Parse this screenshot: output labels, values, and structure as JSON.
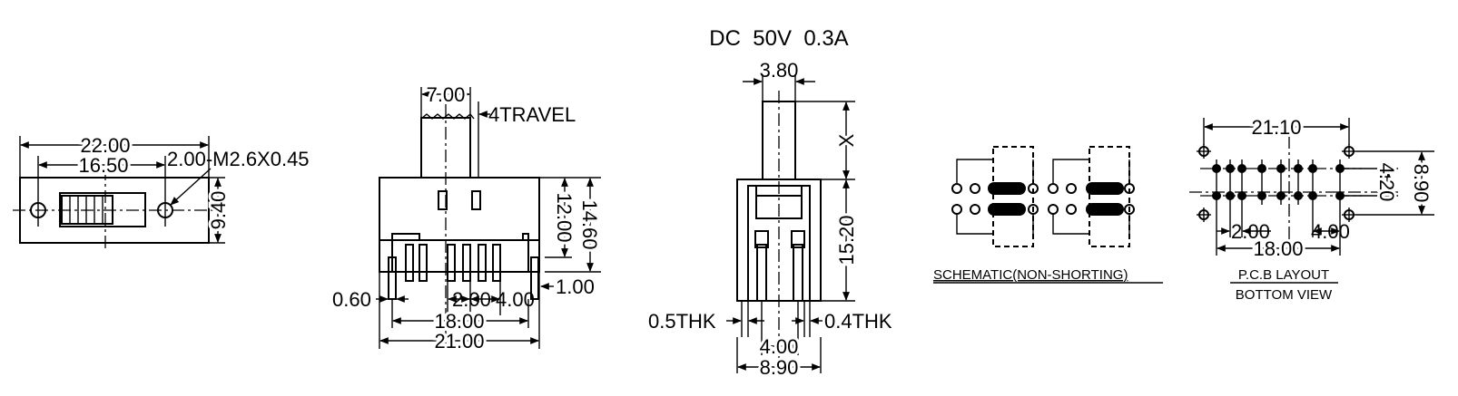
{
  "rating": "DC  50V  0.3A",
  "top_view": {
    "overall_length": "22.00",
    "hole_pitch": "16.50",
    "hole_note": "2.00-M2.6X0.45",
    "width": "9.40"
  },
  "front_view": {
    "knob_width": "7.00",
    "travel": "4TRAVEL",
    "body_height": "12.00",
    "total_height": "14.60",
    "pin_thickness": "0.60",
    "pitch_inner": "2.00",
    "pitch_outer": "4.00",
    "offset": "1.00",
    "terminal_span": "18.00",
    "body_length": "21.00"
  },
  "side_view": {
    "knob_width": "3.80",
    "knob_height": "X",
    "body_height": "15.20",
    "left_thickness": "0.5THK",
    "right_thickness": "0.4THK",
    "pin_spacing": "4.00",
    "body_width": "8.90"
  },
  "schematic": {
    "caption": "SCHEMATIC(NON-SHORTING)"
  },
  "pcb": {
    "caption_line1": "P.C.B LAYOUT",
    "caption_line2": "BOTTOM VIEW",
    "mount_span": "21.10",
    "row_spacing": "4.20",
    "total_height": "8.90",
    "pitch_inner": "2.00",
    "pitch_outer": "4.00",
    "terminal_span": "18.00"
  }
}
